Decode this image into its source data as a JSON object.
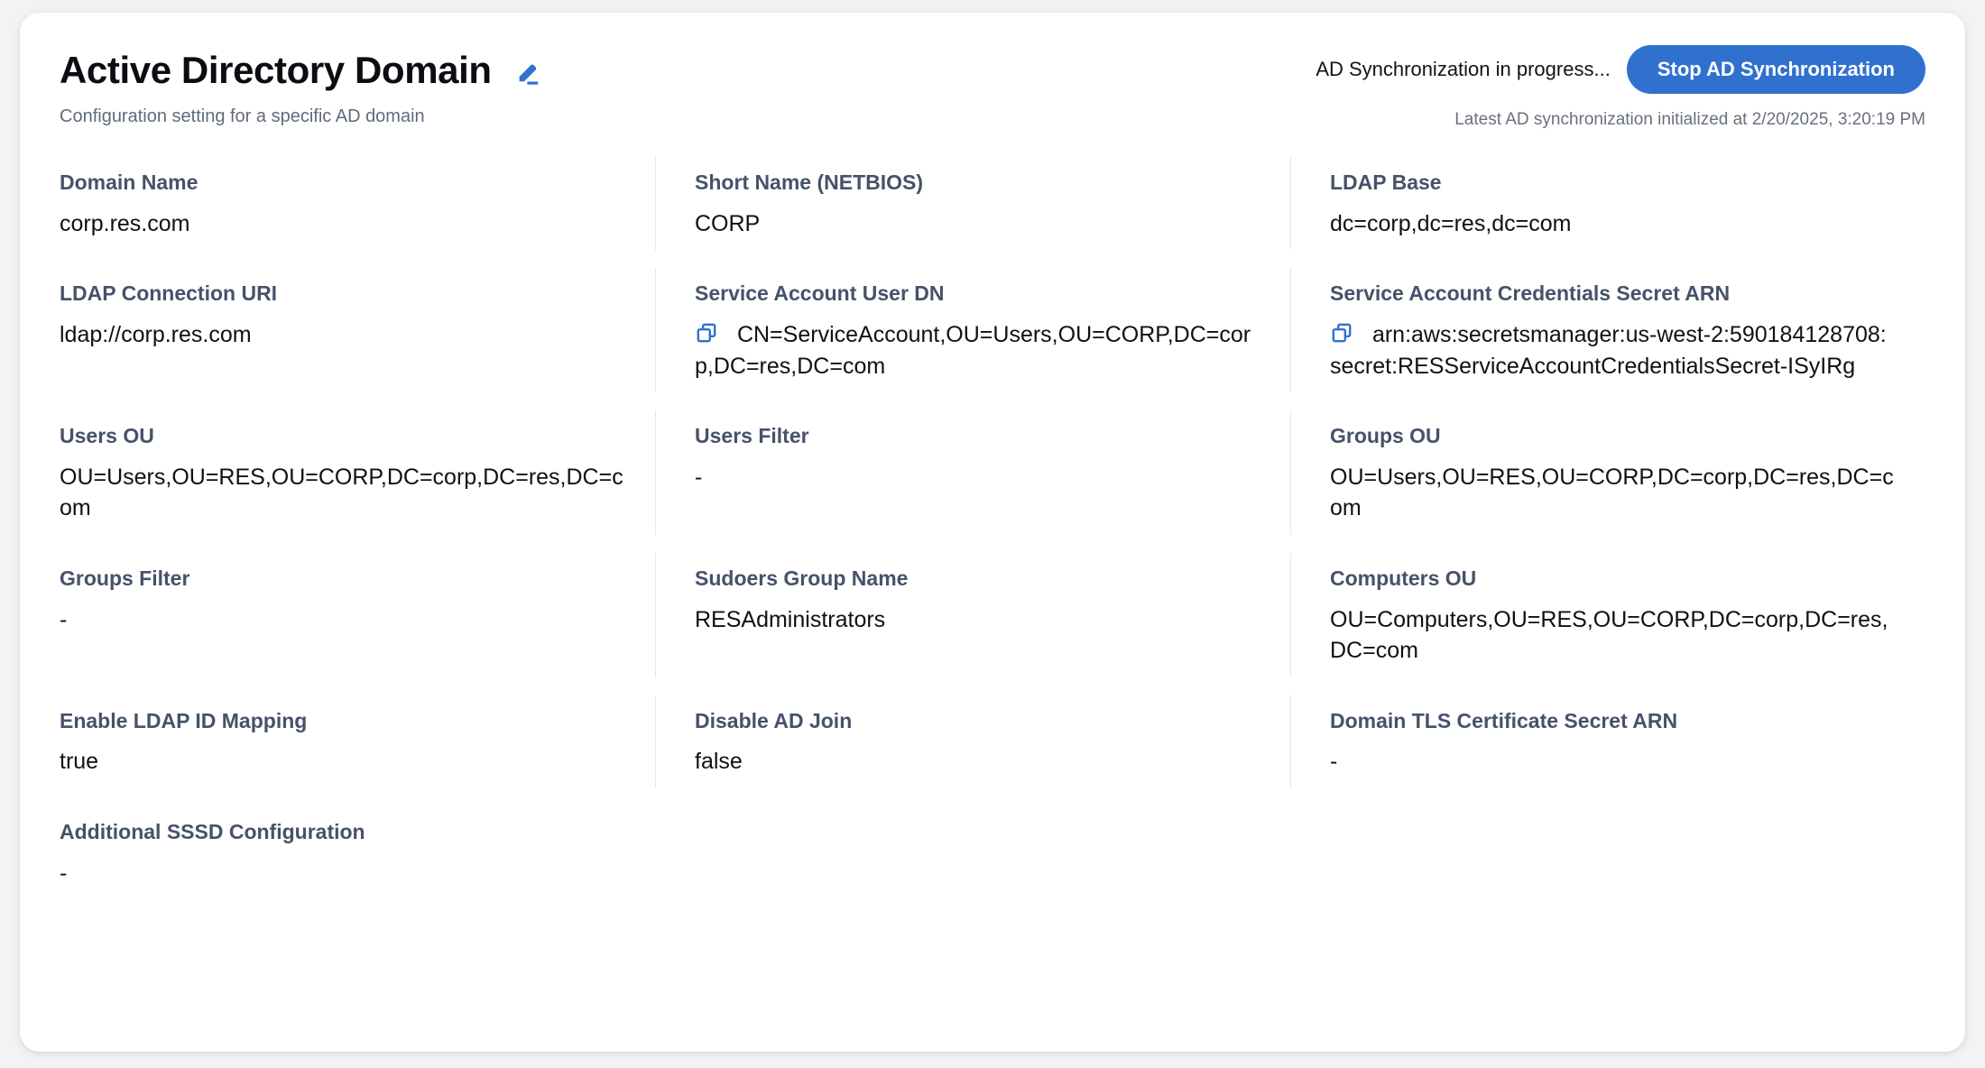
{
  "header": {
    "title": "Active Directory Domain",
    "subtitle": "Configuration setting for a specific AD domain",
    "edit_icon": "pencil-edit-icon",
    "sync_status": "AD Synchronization in progress...",
    "stop_button_label": "Stop AD Synchronization",
    "sync_note": "Latest AD synchronization initialized at 2/20/2025, 3:20:19 PM",
    "accent_color": "#3071d0"
  },
  "fields": {
    "domain_name": {
      "label": "Domain Name",
      "value": "corp.res.com"
    },
    "short_name": {
      "label": "Short Name (NETBIOS)",
      "value": "CORP"
    },
    "ldap_base": {
      "label": "LDAP Base",
      "value": "dc=corp,dc=res,dc=com"
    },
    "ldap_connection_uri": {
      "label": "LDAP Connection URI",
      "value": "ldap://corp.res.com"
    },
    "service_account_user_dn": {
      "label": "Service Account User DN",
      "value": "CN=ServiceAccount,OU=Users,OU=CORP,DC=corp,DC=res,DC=com",
      "copy_icon": "copy-icon"
    },
    "service_account_credentials_secret_arn": {
      "label": "Service Account Credentials Secret ARN",
      "value": "arn:aws:secretsmanager:us-west-2:590184128708:secret:RESServiceAccountCredentialsSecret-ISyIRg",
      "copy_icon": "copy-icon"
    },
    "users_ou": {
      "label": "Users OU",
      "value": "OU=Users,OU=RES,OU=CORP,DC=corp,DC=res,DC=com"
    },
    "users_filter": {
      "label": "Users Filter",
      "value": "-"
    },
    "groups_ou": {
      "label": "Groups OU",
      "value": "OU=Users,OU=RES,OU=CORP,DC=corp,DC=res,DC=com"
    },
    "groups_filter": {
      "label": "Groups Filter",
      "value": "-"
    },
    "sudoers_group_name": {
      "label": "Sudoers Group Name",
      "value": "RESAdministrators"
    },
    "computers_ou": {
      "label": "Computers OU",
      "value": "OU=Computers,OU=RES,OU=CORP,DC=corp,DC=res,DC=com"
    },
    "enable_ldap_id_mapping": {
      "label": "Enable LDAP ID Mapping",
      "value": "true"
    },
    "disable_ad_join": {
      "label": "Disable AD Join",
      "value": "false"
    },
    "domain_tls_certificate_secret_arn": {
      "label": "Domain TLS Certificate Secret ARN",
      "value": "-"
    },
    "additional_sssd_configuration": {
      "label": "Additional SSSD Configuration",
      "value": "-"
    }
  }
}
